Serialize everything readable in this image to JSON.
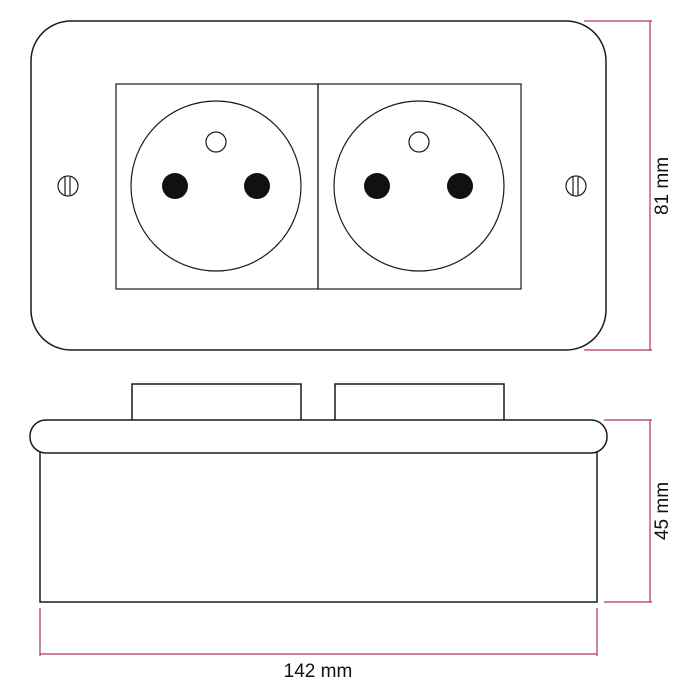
{
  "dimensions": {
    "width_label": "142 mm",
    "plate_height_label": "81 mm",
    "depth_label": "45 mm"
  },
  "colors": {
    "outline": "#1a1a1a",
    "dimension_line": "#b0306a",
    "pin": "#111111",
    "background": "#ffffff"
  },
  "sockets": [
    {
      "type": "french-type-e-outlet"
    },
    {
      "type": "french-type-e-outlet"
    }
  ]
}
